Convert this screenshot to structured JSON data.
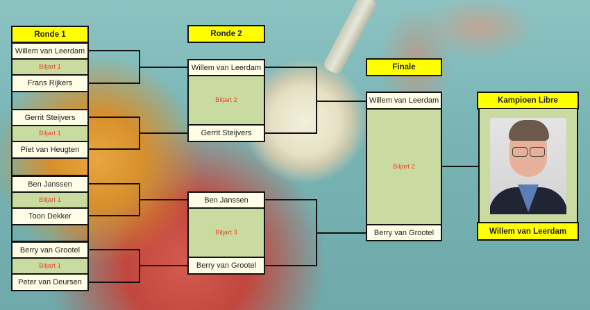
{
  "headers": {
    "round1": "Ronde 1",
    "round2": "Ronde 2",
    "final": "Finale",
    "champion": "Kampioen Libre"
  },
  "round1": [
    {
      "player1": "Willem van Leerdam",
      "table": "Biljart 1",
      "player2": "Frans Rijkers"
    },
    {
      "player1": "Gerrit Steijvers",
      "table": "Biljart 1",
      "player2": "Piet van Heugten"
    },
    {
      "player1": "Ben Janssen",
      "table": "Biljart 1",
      "player2": "Toon Dekker"
    },
    {
      "player1": "Berry van Grootel",
      "table": "Biljart 1",
      "player2": "Peter van Deursen"
    }
  ],
  "round2": [
    {
      "player1": "Willem van Leerdam",
      "table": "Biljart 2",
      "player2": "Gerrit Steijvers"
    },
    {
      "player1": "Ben Janssen",
      "table": "Biljart 3",
      "player2": "Berry van Grootel"
    }
  ],
  "final": {
    "player1": "Willem van Leerdam",
    "table": "Biljart 2",
    "player2": "Berry van Grootel"
  },
  "champion": {
    "name": "Willem van Leerdam",
    "photo": "champion-portrait"
  },
  "colors": {
    "header": "#ffff00",
    "name_bg": "#fffde6",
    "table_bg": "#c9dba0",
    "table_text": "#e8462e"
  }
}
